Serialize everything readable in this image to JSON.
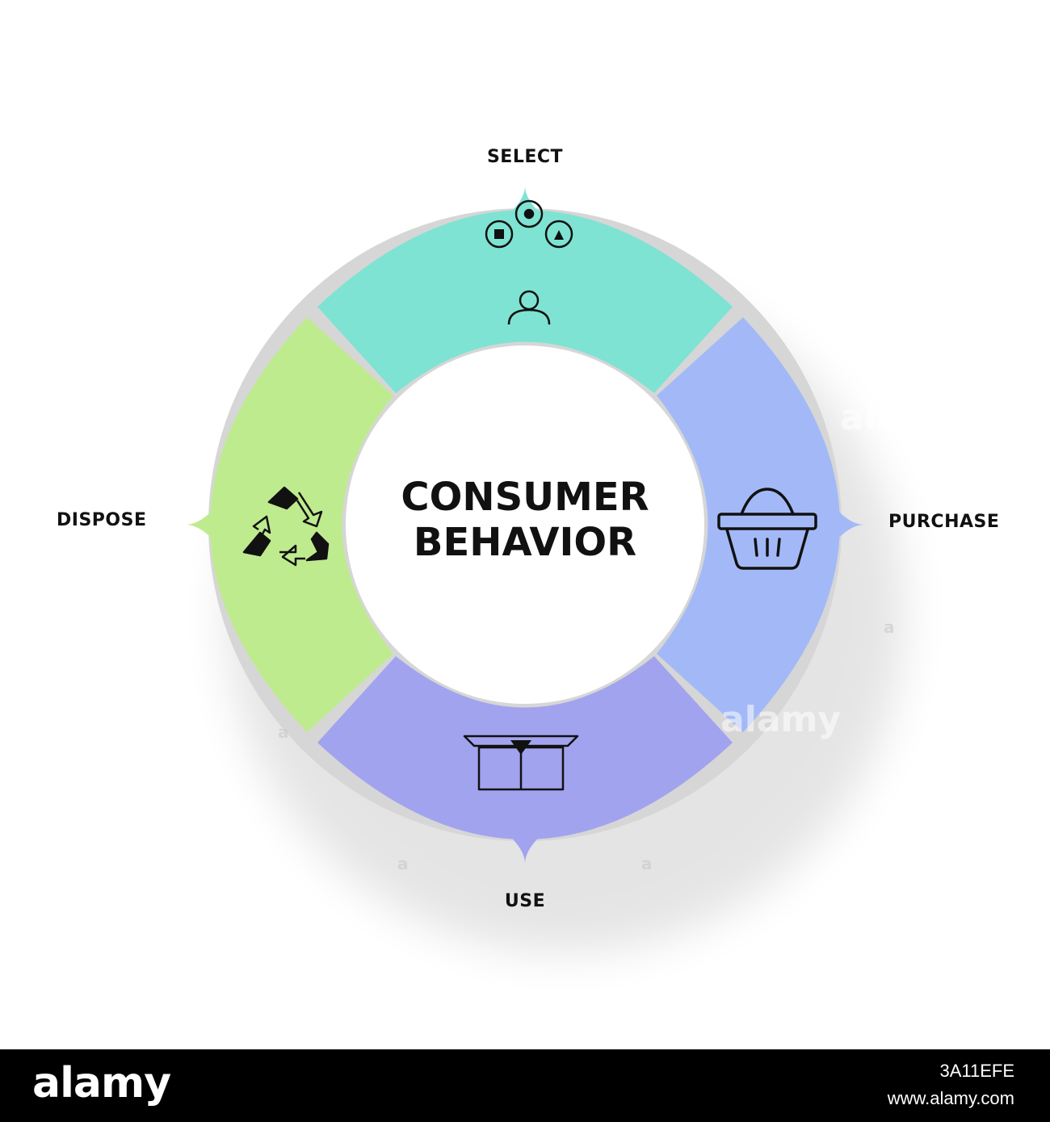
{
  "diagram": {
    "center_title_line1": "CONSUMER",
    "center_title_line2": "BEHAVIOR",
    "stages": [
      {
        "label": "SELECT",
        "color": "#7ee3d3",
        "icon": "choice-person-icon"
      },
      {
        "label": "PURCHASE",
        "color": "#a3b9f7",
        "icon": "shopping-basket-icon"
      },
      {
        "label": "USE",
        "color": "#a2a3ef",
        "icon": "open-box-icon"
      },
      {
        "label": "DISPOSE",
        "color": "#bfeb8f",
        "icon": "recycle-icon"
      }
    ],
    "ring_shadow_color": "#d9d9d9"
  },
  "watermark": {
    "text": "alamy",
    "small": "a"
  },
  "footer": {
    "logo": "alamy",
    "image_id": "3A11EFE",
    "url": "www.alamy.com"
  }
}
